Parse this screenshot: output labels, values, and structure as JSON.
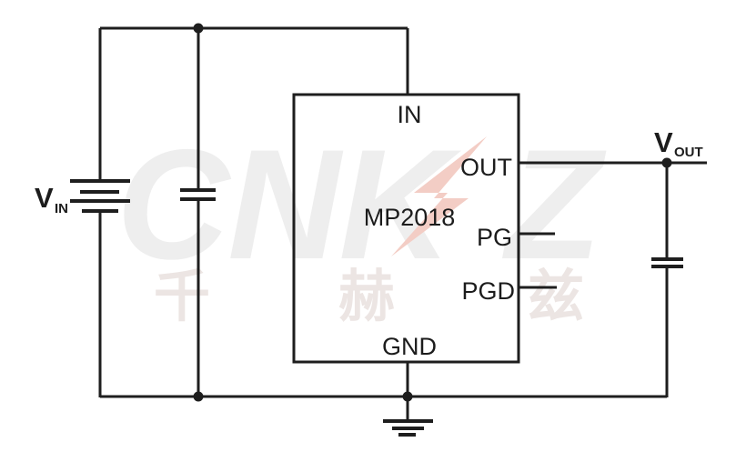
{
  "diagram": {
    "type": "schematic",
    "ic": {
      "part_number": "MP2018",
      "pins": {
        "in": "IN",
        "out": "OUT",
        "pg": "PG",
        "pgd": "PGD",
        "gnd": "GND"
      }
    },
    "nets": {
      "vin_label": "V",
      "vin_subscript": "IN",
      "vout_label": "V",
      "vout_subscript": "OUT"
    },
    "components": {
      "source": "battery",
      "input_capacitor": "capacitor",
      "output_capacitor": "capacitor",
      "ground": "earth-ground"
    },
    "watermark": {
      "latin_left": "CNK",
      "latin_right": "Z",
      "cjk": [
        "千",
        "赫",
        "兹"
      ]
    },
    "colors": {
      "wire": "#1e1e1e",
      "text": "#1c1c1c",
      "background": "#ffffff",
      "watermark_gray": "#eeeeee",
      "watermark_red": "#f3cdc5",
      "watermark_cjk": "#ece5e3"
    }
  }
}
